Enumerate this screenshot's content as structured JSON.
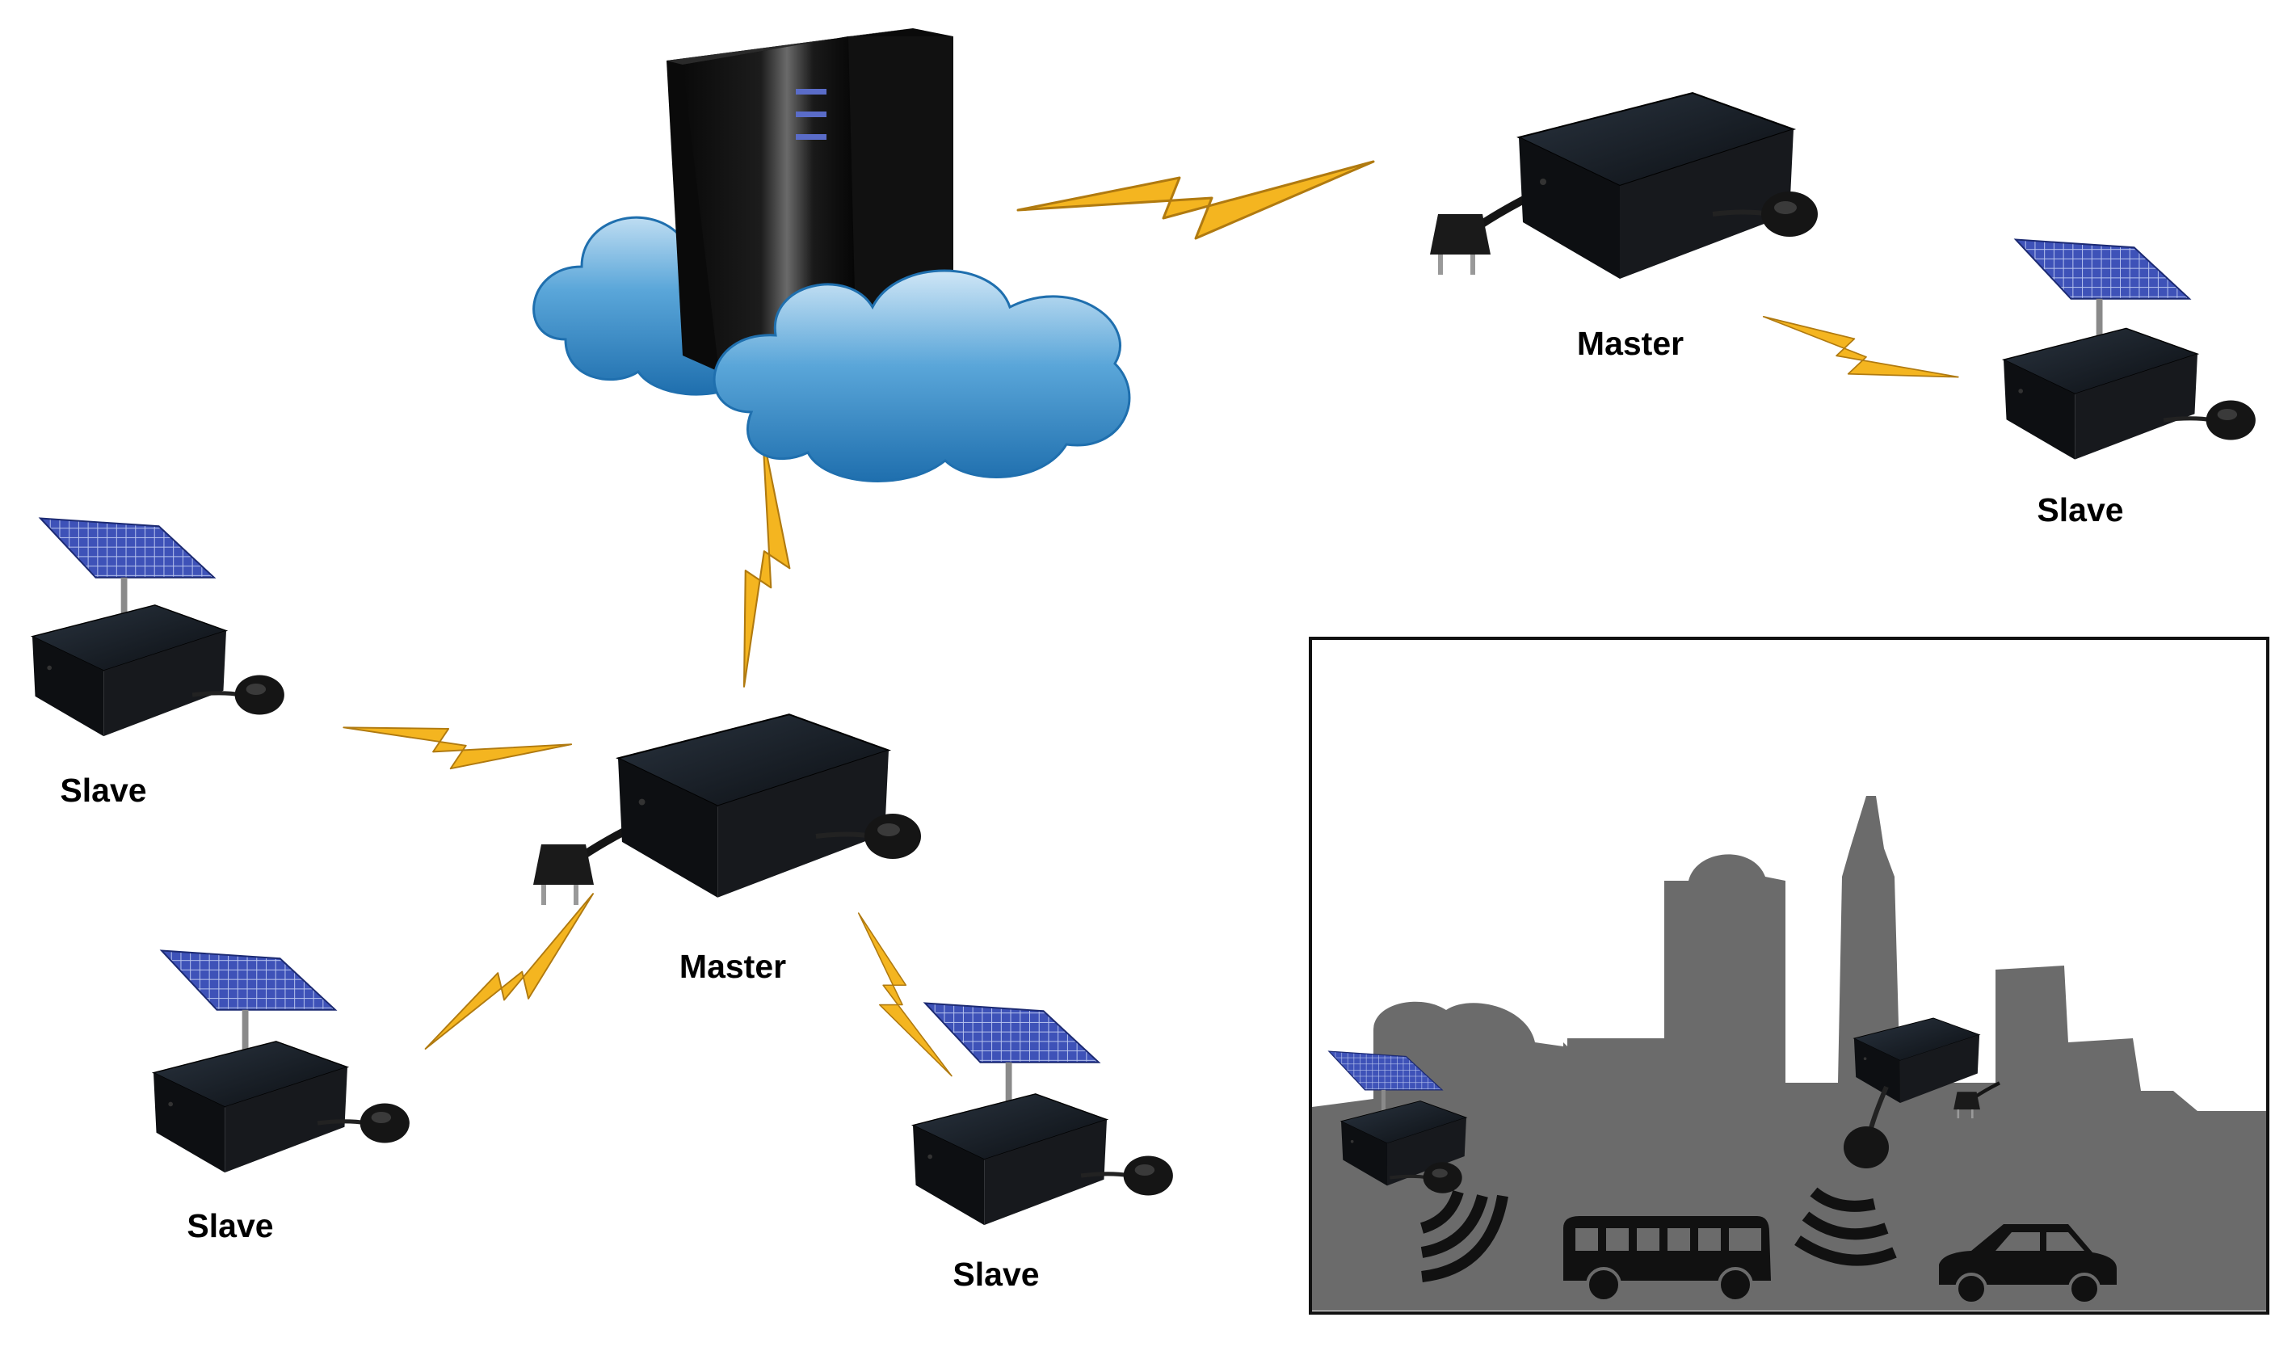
{
  "labels": {
    "master_top": "Master",
    "slave_top_right": "Slave",
    "slave_left": "Slave",
    "master_center": "Master",
    "slave_bottom_left": "Slave",
    "slave_bottom_center": "Slave"
  },
  "colors": {
    "background": "#ffffff",
    "lightning": "#f4b520",
    "lightning_outline": "#b07a10",
    "cloud": "#3c8ecb",
    "device_body": "#111418",
    "solar_panel": "#3e52b8",
    "city_silhouette": "#6b6b6b",
    "server_indicator": "#5a6cc8"
  },
  "icons": [
    "server-icon",
    "cloud-icon",
    "master-node-icon",
    "slave-node-icon",
    "solar-panel-icon",
    "microphone-icon",
    "power-plug-icon",
    "lightning-link-icon",
    "city-skyline-icon",
    "bus-icon",
    "car-icon",
    "sound-wave-icon"
  ]
}
